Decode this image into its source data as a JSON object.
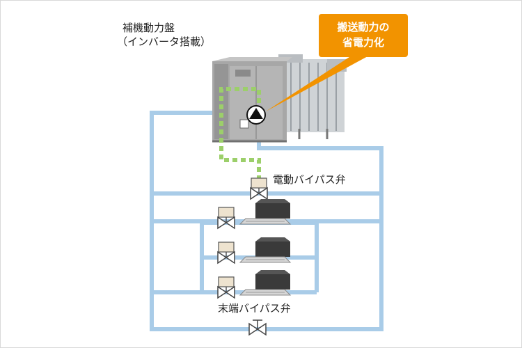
{
  "labels": {
    "aux_panel_line1": "補機動力盤",
    "aux_panel_line2": "（インバータ搭載）",
    "callout_line1": "搬送動力の",
    "callout_line2": "省電力化",
    "electric_bypass_valve": "電動バイパス弁",
    "terminal_bypass_valve": "末端バイパス弁"
  },
  "colors": {
    "pipe": "#a9cce8",
    "signal_dotted": "#9ccf6a",
    "callout_bg": "#f29300",
    "callout_text": "#ffffff",
    "unit_body": "#a7a7a7",
    "valve_actuator": "#eee3cf",
    "indoor_unit": "#3a3a3a"
  },
  "icons": {
    "pump": "pump-triangle-icon",
    "valve": "two-way-valve-icon",
    "indoor_unit": "ceiling-cassette-icon"
  }
}
